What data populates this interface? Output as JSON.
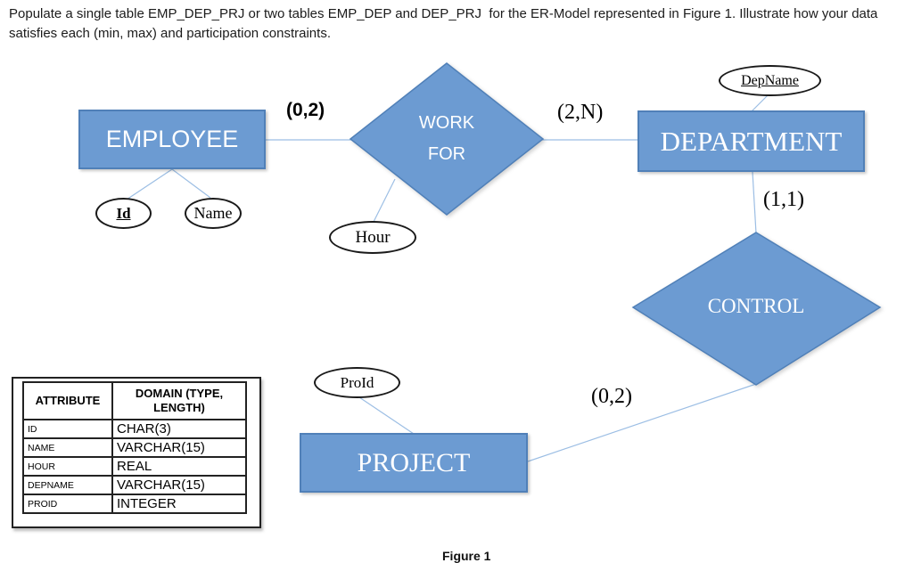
{
  "instruction": "Populate a single table EMP_DEP_PRJ or two tables EMP_DEP and DEP_PRJ  for the ER-Model represented in Figure 1. Illustrate how your data satisfies each (min, max) and participation constraints.",
  "diagram": {
    "entities": {
      "employee": {
        "label": "EMPLOYEE"
      },
      "department": {
        "label": "DEPARTMENT"
      },
      "project": {
        "label": "PROJECT"
      }
    },
    "relationships": {
      "work_for": {
        "label": "WORK FOR"
      },
      "control": {
        "label": "CONTROL"
      }
    },
    "attributes": {
      "id": {
        "label": "Id"
      },
      "name": {
        "label": "Name"
      },
      "hour": {
        "label": "Hour"
      },
      "depname": {
        "label": "DepName"
      },
      "proid": {
        "label": "ProId"
      }
    },
    "cardinalities": {
      "employee_work_for": "(0,2)",
      "work_for_department": "(2,N)",
      "department_control": "(1,1)",
      "control_project": "(0,2)"
    }
  },
  "domain_table": {
    "headers": [
      "ATTRIBUTE",
      "DOMAIN (TYPE, LENGTH)"
    ],
    "rows": [
      [
        "ID",
        "CHAR(3)"
      ],
      [
        "NAME",
        "VARCHAR(15)"
      ],
      [
        "HOUR",
        "REAL"
      ],
      [
        "DEPNAME",
        "VARCHAR(15)"
      ],
      [
        "PROID",
        "INTEGER"
      ]
    ]
  },
  "caption": "Figure 1",
  "colors": {
    "shape_fill": "#6C9BD2",
    "shape_border": "#5080B8",
    "connector": "#9CBEE4"
  }
}
